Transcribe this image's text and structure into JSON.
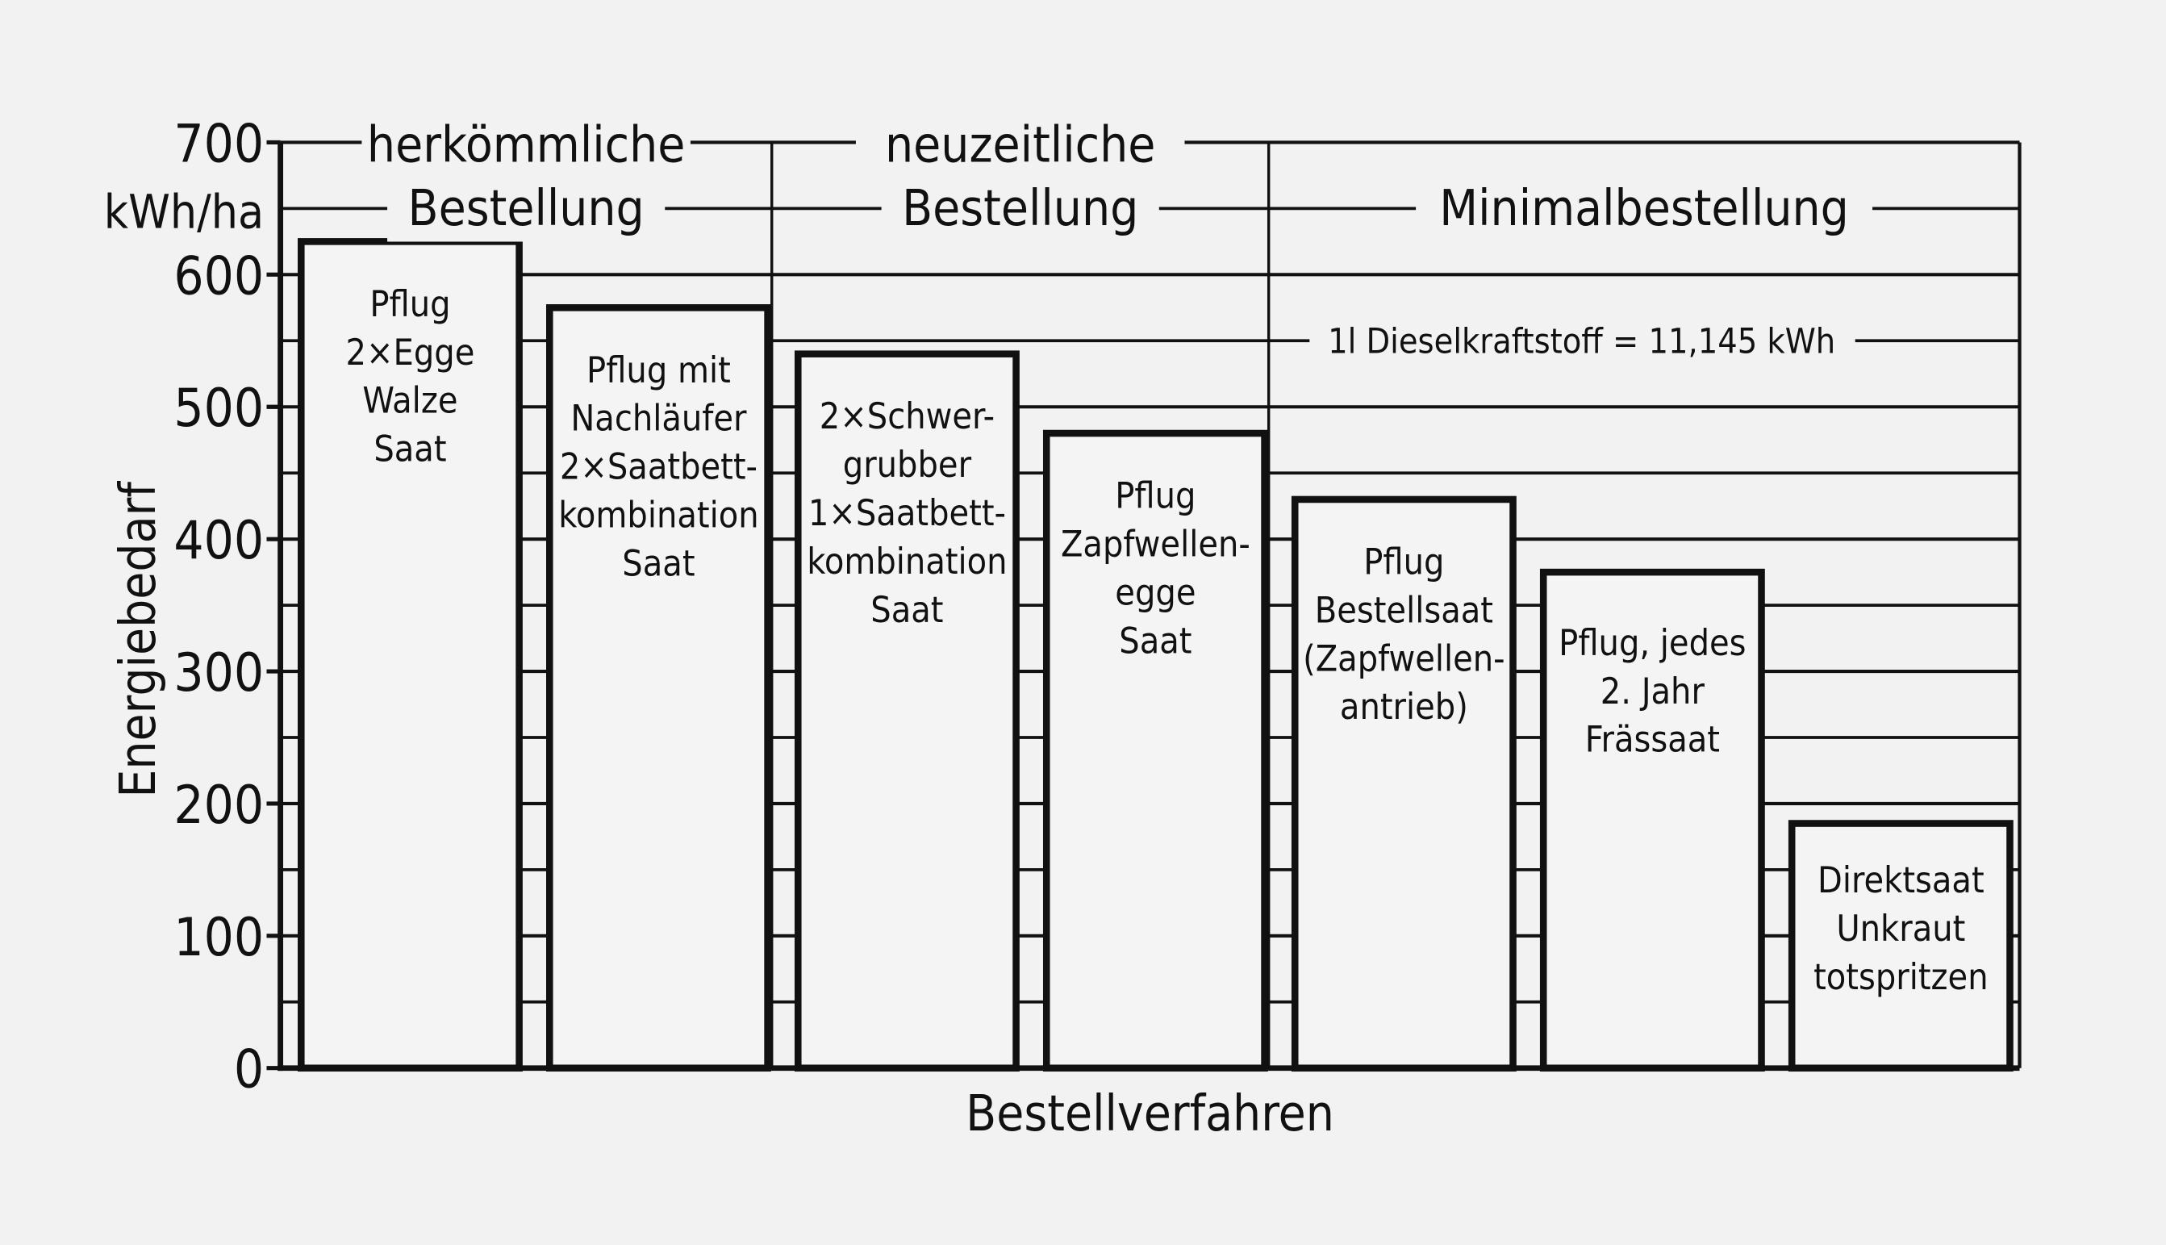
{
  "chart_data": {
    "type": "bar",
    "ylabel": "Energiebedarf",
    "yunit": "kWh/ha",
    "xlabel": "Bestellverfahren",
    "ylim": [
      0,
      700
    ],
    "yticks": [
      0,
      100,
      200,
      300,
      400,
      500,
      600,
      700
    ],
    "grid": true,
    "groups": [
      {
        "lines": [
          "herkömmliche",
          "Bestellung"
        ],
        "bars": [
          0,
          1
        ]
      },
      {
        "lines": [
          "neuzeitliche",
          "Bestellung"
        ],
        "bars": [
          2,
          3
        ]
      },
      {
        "lines": [
          "Minimalbestellung"
        ],
        "bars": [
          4,
          5,
          6
        ]
      }
    ],
    "annotation": "1l Dieselkraftstoff = 11,145 kWh",
    "annotation_y": 550,
    "categories": [
      [
        "Pflug",
        "2×Egge",
        "Walze",
        "Saat"
      ],
      [
        "Pflug mit",
        "Nachläufer",
        "2×Saatbett-",
        "kombination",
        "Saat"
      ],
      [
        "2×Schwer-",
        "grubber",
        "1×Saatbett-",
        "kombination",
        "Saat"
      ],
      [
        "Pflug",
        "Zapfwellen-",
        "egge",
        "Saat"
      ],
      [
        "Pflug",
        "Bestellsaat",
        "(Zapfwellen-",
        "antrieb)"
      ],
      [
        "Pflug, jedes",
        "2. Jahr",
        "Frässaat"
      ],
      [
        "Direktsaat",
        "Unkraut",
        "totspritzen"
      ]
    ],
    "values": [
      625,
      575,
      540,
      480,
      430,
      375,
      185
    ],
    "colors": {
      "ink": "#111111",
      "paper": "#f2f2f2",
      "bar": "#f4f4f4"
    }
  }
}
